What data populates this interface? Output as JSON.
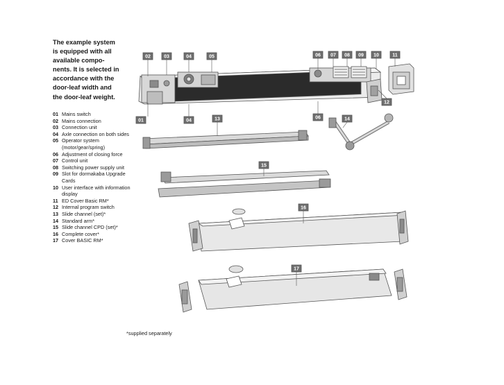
{
  "intro": "The example system is equipped with all available compo-nents. It is selected in accordance with the door-leaf width and the door-leaf weight.",
  "legend": [
    {
      "num": "01",
      "text": "Mains switch"
    },
    {
      "num": "02",
      "text": "Mains connection"
    },
    {
      "num": "03",
      "text": "Connection unit"
    },
    {
      "num": "04",
      "text": "Axle connection on both sides"
    },
    {
      "num": "05",
      "text": "Operator system (motor/gear/spring)"
    },
    {
      "num": "06",
      "text": "Adjustment of closing force"
    },
    {
      "num": "07",
      "text": "Control unit"
    },
    {
      "num": "08",
      "text": "Switching power supply unit"
    },
    {
      "num": "09",
      "text": "Slot for dormakaba Upgrade Cards"
    },
    {
      "num": "10",
      "text": "User interface with information display"
    },
    {
      "num": "11",
      "text": "ED Cover Basic RM*"
    },
    {
      "num": "12",
      "text": "Internal program switch"
    },
    {
      "num": "13",
      "text": "Slide channel (set)*"
    },
    {
      "num": "14",
      "text": "Standard arm*"
    },
    {
      "num": "15",
      "text": "Slide channel CPD (set)*"
    },
    {
      "num": "16",
      "text": "Complete cover*"
    },
    {
      "num": "17",
      "text": "Cover BASIC RM*"
    }
  ],
  "tags": [
    "02",
    "03",
    "04",
    "05",
    "06",
    "07",
    "08",
    "09",
    "10",
    "11",
    "01",
    "04",
    "12",
    "06",
    "13",
    "14",
    "15",
    "16",
    "17"
  ],
  "footnote": "*supplied separately",
  "colors": {
    "tag": "#6e6e6e",
    "line": "#555555",
    "fill_light": "#e6e6e6",
    "fill_mid": "#c9c9c9",
    "fill_dark": "#2b2b2b"
  }
}
